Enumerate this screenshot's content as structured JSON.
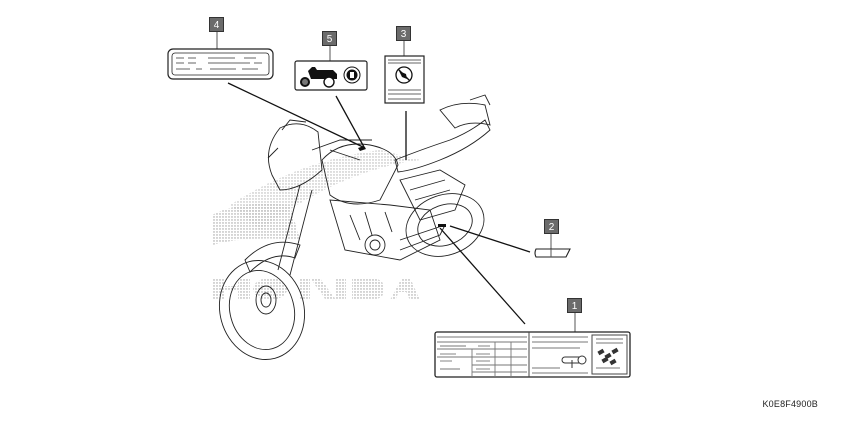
{
  "diagram": {
    "subject": "Motorcycle label locations",
    "watermark_text": "HONDA",
    "figure_code": "K0E8F4900B",
    "callouts": [
      {
        "number": "1",
        "label_type": "specification table label"
      },
      {
        "number": "2",
        "label_type": "small tab label"
      },
      {
        "number": "3",
        "label_type": "warning label (no-passenger symbol)"
      },
      {
        "number": "4",
        "label_type": "text label"
      },
      {
        "number": "5",
        "label_type": "icon label (motorcycle, tire, light)"
      }
    ],
    "colors": {
      "line": "#111111",
      "callout_fill": "#6b6b6b",
      "watermark": "#b5b5b5"
    }
  }
}
